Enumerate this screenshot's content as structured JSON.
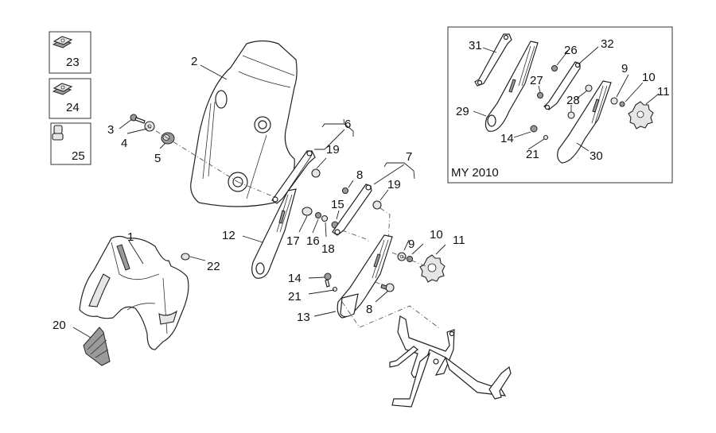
{
  "diagram": {
    "inset_caption": "MY 2010",
    "small_parts": [
      {
        "number": "23",
        "icon": "spring-nut-icon"
      },
      {
        "number": "24",
        "icon": "spring-nut-icon"
      },
      {
        "number": "25",
        "icon": "bush-icon"
      }
    ],
    "callouts_main": {
      "p1": "1",
      "p2": "2",
      "p3": "3",
      "p4": "4",
      "p5": "5",
      "p6": "6",
      "p7": "7",
      "p8a": "8",
      "p8b": "8",
      "p9": "9",
      "p10": "10",
      "p11": "11",
      "p12": "12",
      "p13": "13",
      "p14": "14",
      "p15": "15",
      "p16": "16",
      "p17": "17",
      "p18": "18",
      "p19a": "19",
      "p19b": "19",
      "p20": "20",
      "p21": "21",
      "p22": "22"
    },
    "callouts_inset": {
      "p31": "31",
      "p26": "26",
      "p32": "32",
      "p9": "9",
      "p10": "10",
      "p11": "11",
      "p27": "27",
      "p28": "28",
      "p29": "29",
      "p14": "14",
      "p21": "21",
      "p30": "30"
    }
  }
}
